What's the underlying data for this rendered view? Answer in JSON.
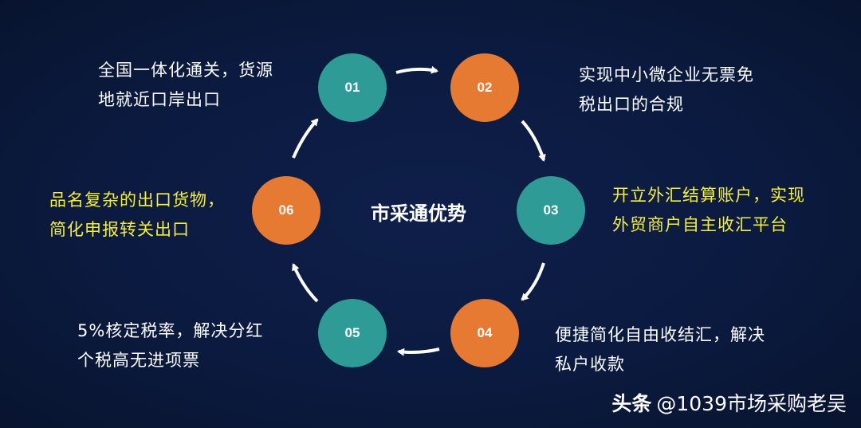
{
  "title": "市采通优势",
  "nodes": [
    {
      "label": "01",
      "color": "#2f9b96",
      "text": "全国一体化通关，货源\n地就近口岸出口",
      "text_color": "#ffffff"
    },
    {
      "label": "02",
      "color": "#e67a32",
      "text": "实现中小微企业无票免\n税出口的合规",
      "text_color": "#ffffff"
    },
    {
      "label": "03",
      "color": "#2f9b96",
      "text": "开立外汇结算账户，实现\n外贸商户自主收汇平台",
      "text_color": "#f7ef3b"
    },
    {
      "label": "04",
      "color": "#e67a32",
      "text": "便捷简化自由收结汇，解决\n私户收款",
      "text_color": "#ffffff"
    },
    {
      "label": "05",
      "color": "#2f9b96",
      "text": "5%核定税率，解决分红\n个税高无进项票",
      "text_color": "#ffffff"
    },
    {
      "label": "06",
      "color": "#e67a32",
      "text": "品名复杂的出口货物，\n简化申报转关出口",
      "text_color": "#f7ef3b"
    }
  ],
  "watermark": {
    "brand": "头条",
    "handle": "@1039市场采购老吴"
  }
}
